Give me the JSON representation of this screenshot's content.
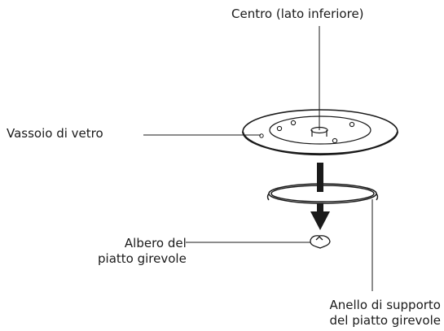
{
  "labels": {
    "center": "Centro (lato inferiore)",
    "glass_tray": "Vassoio di vetro",
    "shaft_line1": "Albero del",
    "shaft_line2": "piatto girevole",
    "ring_line1": "Anello di supporto",
    "ring_line2": "del piatto girevole"
  },
  "colors": {
    "line": "#1a1a1a",
    "fill": "#ffffff"
  }
}
